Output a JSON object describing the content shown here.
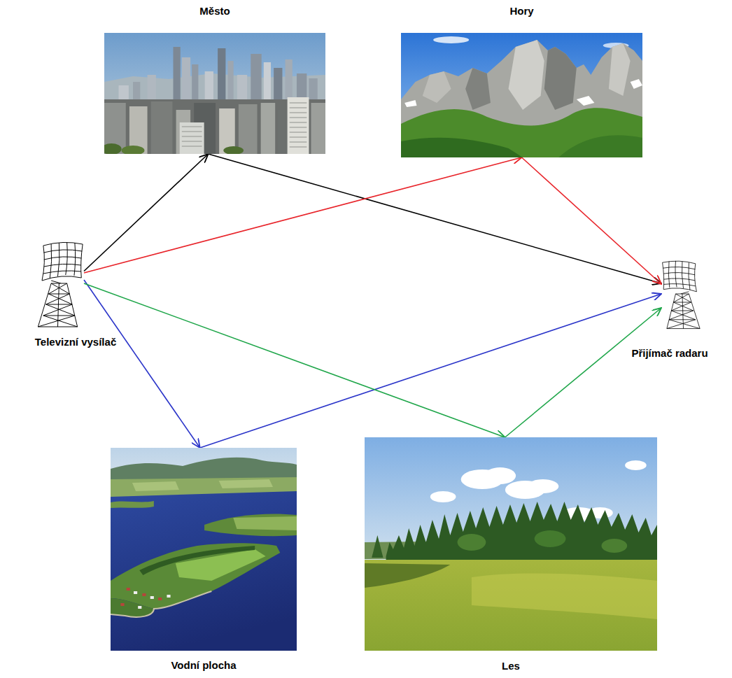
{
  "diagram": {
    "nodes": [
      {
        "text": [
          "Město"
        ]
      },
      {
        "text": [
          "Hory"
        ]
      },
      {
        "text": [
          "Televizní vysílač"
        ]
      },
      {
        "text": [
          "Přijímač radaru"
        ]
      },
      {
        "text": [
          "Vodní plocha"
        ]
      },
      {
        "text": [
          "Les"
        ]
      }
    ],
    "edges": [
      {
        "from": 2,
        "to": 0,
        "arrow": "to"
      },
      {
        "from": 0,
        "to": 3,
        "arrow": "to"
      },
      {
        "from": 2,
        "to": 1,
        "arrow": "to"
      },
      {
        "from": 1,
        "to": 3,
        "arrow": "to"
      },
      {
        "from": 2,
        "to": 4,
        "arrow": "to"
      },
      {
        "from": 4,
        "to": 3,
        "arrow": "to"
      },
      {
        "from": 2,
        "to": 5,
        "arrow": "to"
      },
      {
        "from": 5,
        "to": 3,
        "arrow": "to"
      }
    ]
  }
}
